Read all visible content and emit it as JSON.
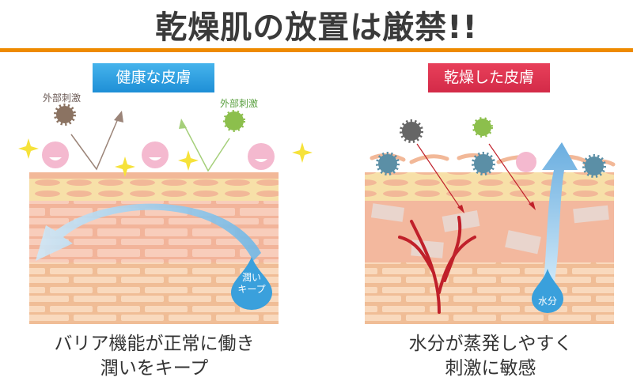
{
  "title": "乾燥肌の放置は厳禁!!",
  "healthy": {
    "label": "健康な皮膚",
    "stimulus_left": "外部刺激",
    "stimulus_right": "外部刺激",
    "drop_text_line1": "潤い",
    "drop_text_line2": "キープ",
    "caption_line1": "バリア機能が正常に働き",
    "caption_line2": "潤いをキープ"
  },
  "dry": {
    "label": "乾燥した皮膚",
    "drop_text": "水分",
    "caption_line1": "水分が蒸発しやすく",
    "caption_line2": "刺激に敏感"
  },
  "colors": {
    "accent": "#ee8a00",
    "healthy": "#1e8fd6",
    "dry": "#d32a48"
  }
}
